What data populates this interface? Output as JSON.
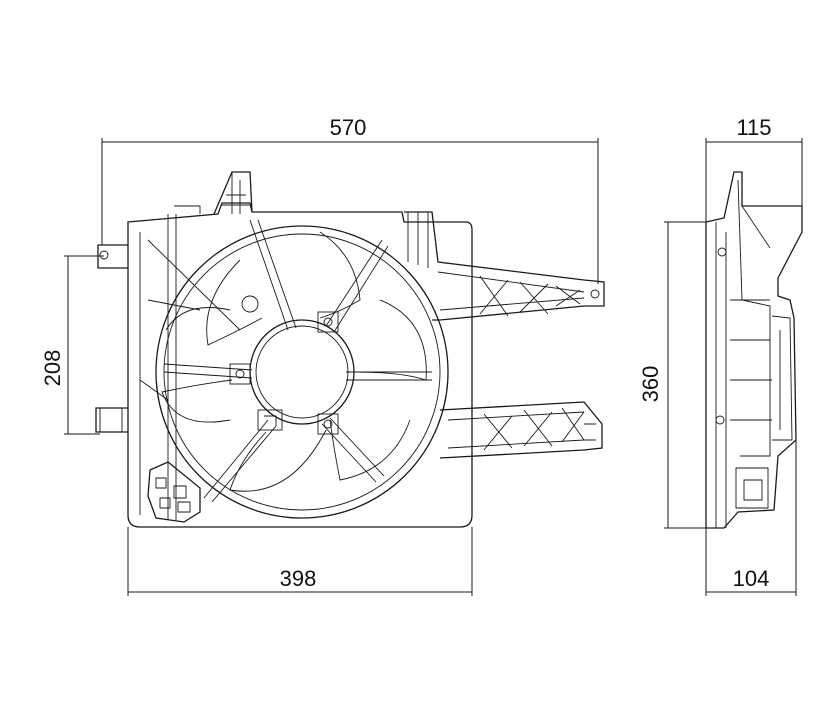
{
  "dimensions": {
    "overall_width": "570",
    "frame_width": "398",
    "mount_spacing": "208",
    "height": "360",
    "depth_top": "115",
    "depth_bottom": "104"
  }
}
